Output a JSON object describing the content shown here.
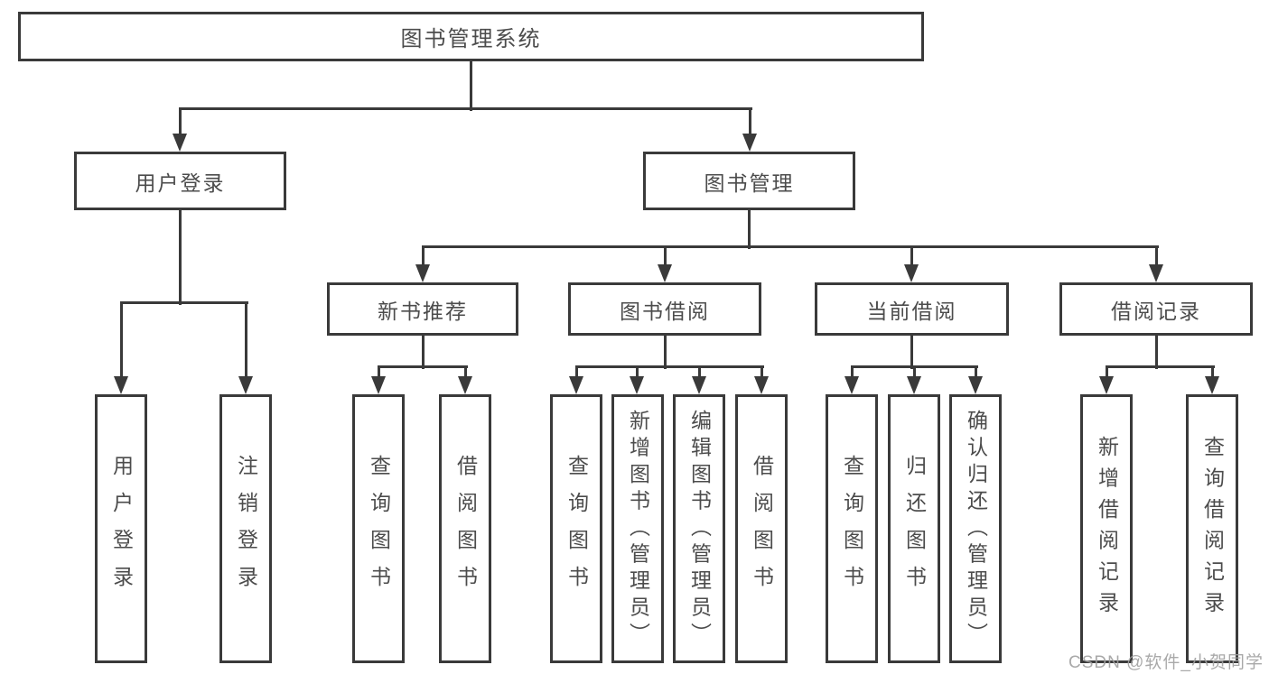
{
  "diagram": {
    "tree": {
      "id": "system",
      "label": "图书管理系统",
      "children": [
        {
          "id": "user-login",
          "label": "用户登录",
          "children": [
            {
              "id": "user-login-leaf",
              "label": "用户登录"
            },
            {
              "id": "logout-leaf",
              "label": "注销登录"
            }
          ]
        },
        {
          "id": "book-management",
          "label": "图书管理",
          "children": [
            {
              "id": "new-book-recommend",
              "label": "新书推荐",
              "children": [
                {
                  "id": "query-books-recommend",
                  "label": "查询图书"
                },
                {
                  "id": "borrow-books-recommend",
                  "label": "借阅图书"
                }
              ]
            },
            {
              "id": "book-borrowing",
              "label": "图书借阅",
              "children": [
                {
                  "id": "query-books-borrowing",
                  "label": "查询图书"
                },
                {
                  "id": "add-books-admin",
                  "label": "新增图书（管理员）"
                },
                {
                  "id": "edit-books-admin",
                  "label": "编辑图书（管理员）"
                },
                {
                  "id": "borrow-books-borrowing",
                  "label": "借阅图书"
                }
              ]
            },
            {
              "id": "current-borrowing",
              "label": "当前借阅",
              "children": [
                {
                  "id": "query-books-current",
                  "label": "查询图书"
                },
                {
                  "id": "return-books",
                  "label": "归还图书"
                },
                {
                  "id": "confirm-return-admin",
                  "label": "确认归还（管理员）"
                }
              ]
            },
            {
              "id": "borrowing-records",
              "label": "借阅记录",
              "children": [
                {
                  "id": "add-borrow-record",
                  "label": "新增借阅记录"
                },
                {
                  "id": "query-borrow-record",
                  "label": "查询借阅记录"
                }
              ]
            }
          ]
        }
      ]
    },
    "colors": {
      "line": "#3a3a3a",
      "text": "#4c4c4c",
      "background": "#ffffff",
      "watermark_color": "#a0a0a0"
    }
  },
  "watermark": {
    "text": "CSDN @软件_小贺同学"
  }
}
